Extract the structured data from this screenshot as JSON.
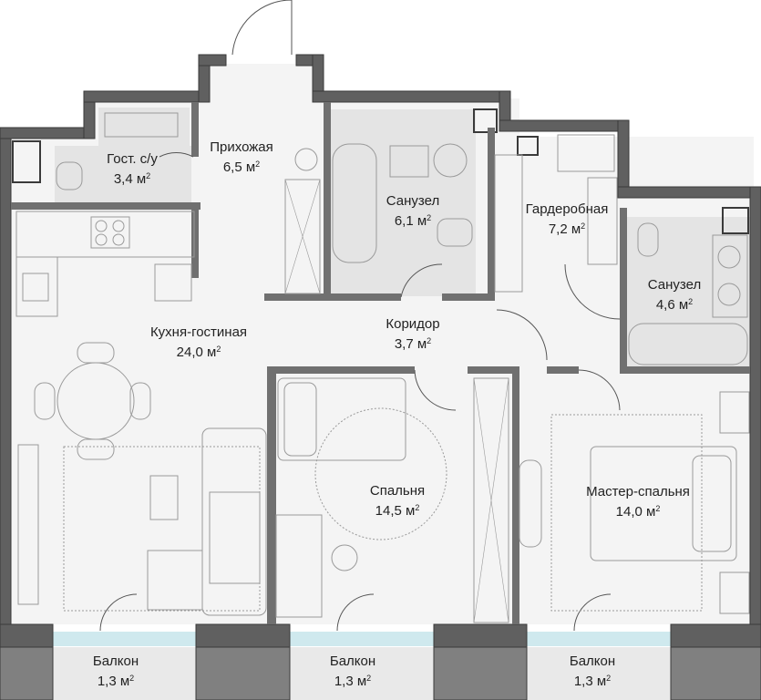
{
  "plan": {
    "colors": {
      "wall": "#5e5e5e",
      "wall_outline": "#3c3c3c",
      "floor": "#f2f2f2",
      "tile": "#e6e6e6",
      "glass": "#cfe9ee",
      "furniture_line": "#9a9a9a"
    },
    "unit": "м",
    "rooms": [
      {
        "id": "guest-wc",
        "name": "Гост. с/у",
        "area": "3,4"
      },
      {
        "id": "hallway",
        "name": "Прихожая",
        "area": "6,5"
      },
      {
        "id": "bathroom-1",
        "name": "Санузел",
        "area": "6,1"
      },
      {
        "id": "wardrobe",
        "name": "Гардеробная",
        "area": "7,2"
      },
      {
        "id": "bathroom-2",
        "name": "Санузел",
        "area": "4,6"
      },
      {
        "id": "kitchen-living",
        "name": "Кухня-гостиная",
        "area": "24,0"
      },
      {
        "id": "corridor",
        "name": "Коридор",
        "area": "3,7"
      },
      {
        "id": "bedroom",
        "name": "Спальня",
        "area": "14,5"
      },
      {
        "id": "master-bedroom",
        "name": "Мастер-спальня",
        "area": "14,0"
      },
      {
        "id": "balcony-1",
        "name": "Балкон",
        "area": "1,3"
      },
      {
        "id": "balcony-2",
        "name": "Балкон",
        "area": "1,3"
      },
      {
        "id": "balcony-3",
        "name": "Балкон",
        "area": "1,3"
      }
    ]
  }
}
